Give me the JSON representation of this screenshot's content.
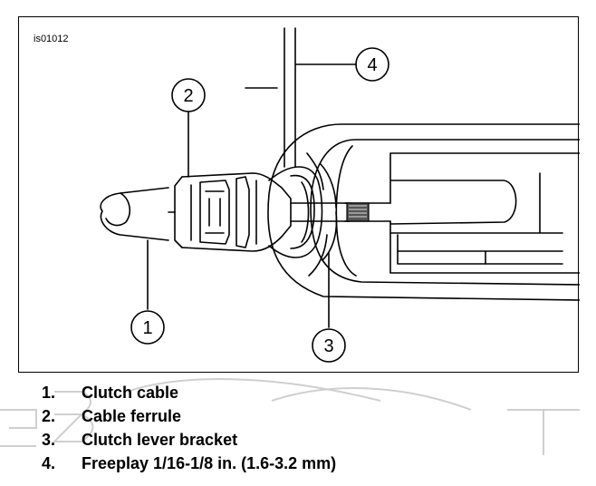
{
  "figure": {
    "id": "is01012",
    "callouts": [
      "1",
      "2",
      "3",
      "4"
    ]
  },
  "legend": [
    {
      "number": "1.",
      "label": "Clutch cable"
    },
    {
      "number": "2.",
      "label": "Cable ferrule"
    },
    {
      "number": "3.",
      "label": "Clutch lever bracket"
    },
    {
      "number": "4.",
      "label": "Freeplay 1/16-1/8 in. (1.6-3.2 mm)"
    }
  ]
}
